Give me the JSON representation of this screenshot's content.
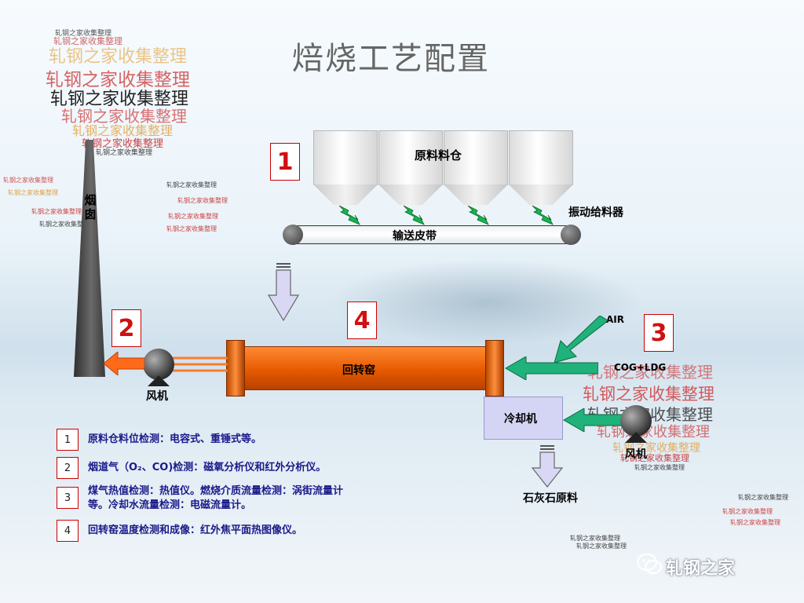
{
  "title": "焙烧工艺配置",
  "chimney_label": "烟囱",
  "silo_label": "原料料仓",
  "belt_label": "输送皮带",
  "feeder_label": "振动给料器",
  "kiln_label": "回转窑",
  "cooler_label": "冷却机",
  "fan_left_label": "风机",
  "fan_right_label": "风机",
  "air_label": "AIR",
  "gas_label": "COG+LDG",
  "product_label": "石灰石原料",
  "numbers": {
    "n1": "1",
    "n2": "2",
    "n3": "3",
    "n4": "4"
  },
  "legend": [
    {
      "num": "1",
      "text": "原料仓料位检测：电容式、重锤式等。"
    },
    {
      "num": "2",
      "text": "烟道气（O₂、CO)检测：磁氧分析仪和红外分析仪。"
    },
    {
      "num": "3",
      "text": "煤气热值检测：热值仪。燃烧介质流量检测：涡街流量计等。冷却水流量检测：电磁流量计。"
    },
    {
      "num": "4",
      "text": "回转窑温度检测和成像：红外焦平面热图像仪。"
    }
  ],
  "watermark": "轧钢之家收集整理",
  "footer": "轧钢之家",
  "colors": {
    "kiln": "#e65a00",
    "arrow_green": "#1fb27a",
    "arrow_orange": "#ff6a1a",
    "number_red": "#d01010",
    "legend_text": "#1a1a8a",
    "cooler": "#d4d4f4"
  },
  "icons": [
    "lightning-icon",
    "down-arrow-icon",
    "green-arrow-icon",
    "orange-arrow-icon",
    "wechat-icon"
  ]
}
